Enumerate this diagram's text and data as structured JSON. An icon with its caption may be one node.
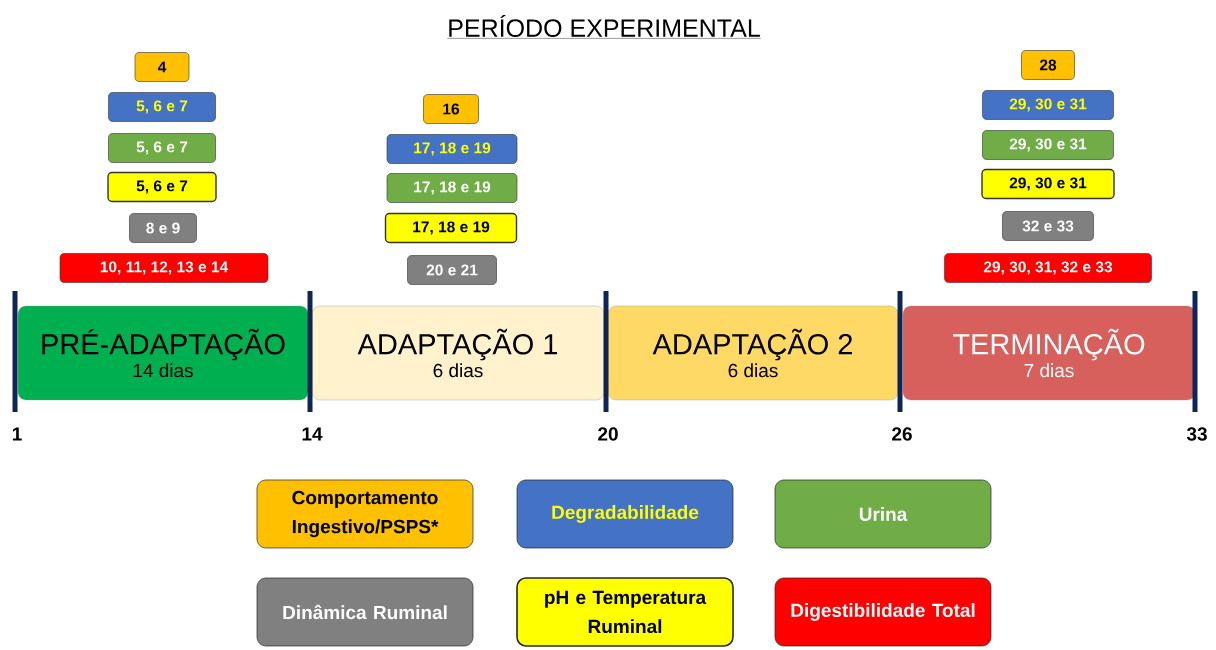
{
  "diagram": {
    "title": "PERÍODO EXPERIMENTAL",
    "nodes": [
      {
        "text": [
          "4"
        ]
      },
      {
        "text": [
          "5, 6 e 7"
        ]
      },
      {
        "text": [
          "5, 6 e 7"
        ]
      },
      {
        "text": [
          "5, 6 e 7"
        ]
      },
      {
        "text": [
          "8 e 9"
        ]
      },
      {
        "text": [
          "10, 11, 12, 13 e 14"
        ]
      },
      {
        "text": [
          "16"
        ]
      },
      {
        "text": [
          "17, 18 e 19"
        ]
      },
      {
        "text": [
          "17, 18 e 19"
        ]
      },
      {
        "text": [
          "17, 18 e 19"
        ]
      },
      {
        "text": [
          "20 e 21"
        ]
      },
      {
        "text": [
          "28"
        ]
      },
      {
        "text": [
          "29, 30 e 31"
        ]
      },
      {
        "text": [
          "29, 30 e 31"
        ]
      },
      {
        "text": [
          "29, 30 e 31"
        ]
      },
      {
        "text": [
          "32 e 33"
        ]
      },
      {
        "text": [
          "29, 30, 31, 32 e 33"
        ]
      },
      {
        "text": [
          "PRÉ-ADAPTAÇÃO",
          "14 dias"
        ]
      },
      {
        "text": [
          "ADAPTAÇÃO 1",
          "6 dias"
        ]
      },
      {
        "text": [
          "ADAPTAÇÃO 2",
          "6 dias"
        ]
      },
      {
        "text": [
          "TERMINAÇÃO",
          "7 dias"
        ]
      }
    ],
    "edges": [],
    "labels": [
      "1",
      "14",
      "20",
      "26",
      "33"
    ],
    "legend": [
      {
        "text": "Comportamento Ingestivo/PSPS*",
        "color": "#ffc000"
      },
      {
        "text": "Degradabilidade",
        "color": "#4472c4"
      },
      {
        "text": "Urina",
        "color": "#70ad47"
      },
      {
        "text": "Dinâmica Ruminal",
        "color": "#808080"
      },
      {
        "text": "pH e Temperatura Ruminal",
        "color": "#ffff00"
      },
      {
        "text": "Digestibilidade Total",
        "color": "#ff0000"
      }
    ]
  }
}
